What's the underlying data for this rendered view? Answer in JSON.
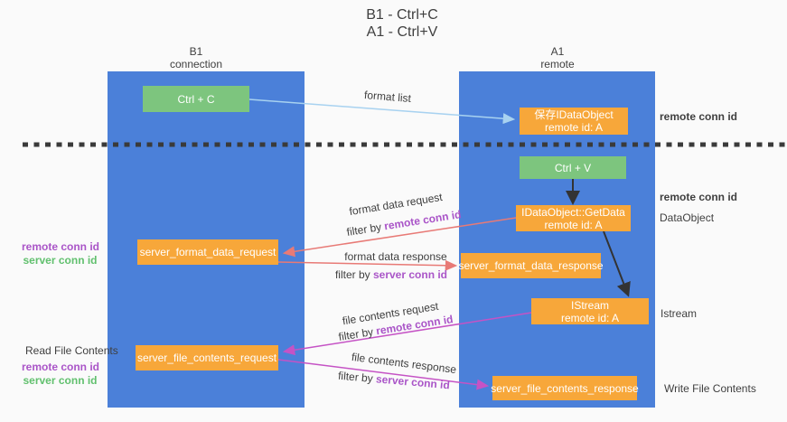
{
  "title": {
    "line1": "B1 - Ctrl+C",
    "line2": "A1 - Ctrl+V"
  },
  "lanes": {
    "left": {
      "header_line1": "B1",
      "header_line2": "connection"
    },
    "right": {
      "header_line1": "A1",
      "header_line2": "remote"
    }
  },
  "nodes": {
    "ctrl_c": "Ctrl + C",
    "ctrl_v": "Ctrl + V",
    "save_idataobject": {
      "line1": "保存IDataObject",
      "line2": "remote id: A"
    },
    "getdata": {
      "line1": "IDataObject::GetData",
      "line2": "remote id: A"
    },
    "istream": {
      "line1": "IStream",
      "line2": "remote id: A"
    },
    "server_format_data_request": "server_format_data_request",
    "server_format_data_response": "server_format_data_response",
    "server_file_contents_request": "server_file_contents_request",
    "server_file_contents_response": "server_file_contents_response"
  },
  "flow_labels": {
    "format_list": "format list",
    "format_data_request": "format data request",
    "format_data_response": "format data response",
    "file_contents_request": "file contents request",
    "file_contents_response": "file contents response",
    "filter_by": "filter by ",
    "remote_conn_id": "remote conn id",
    "server_conn_id": "server conn id"
  },
  "side_labels": {
    "remote_conn_id": "remote conn id",
    "server_conn_id": "server conn id",
    "dataobject": "DataObject",
    "istream": "Istream",
    "read_file_contents": "Read File Contents",
    "write_file_contents": "Write File Contents"
  },
  "colors": {
    "background": "#fafafa",
    "lane_blue": "#4b80d9",
    "box_orange": "#f7a73a",
    "box_green": "#7dc57e",
    "arrow_light_blue": "#a8d2f0",
    "arrow_salmon": "#e87a76",
    "arrow_magenta": "#c553c5",
    "arrow_black": "#333333",
    "text_purple": "#aa55c8",
    "text_green": "#61c06e",
    "text_dark": "#3f3f3f",
    "dashed_separator": "#3a3a3a"
  }
}
